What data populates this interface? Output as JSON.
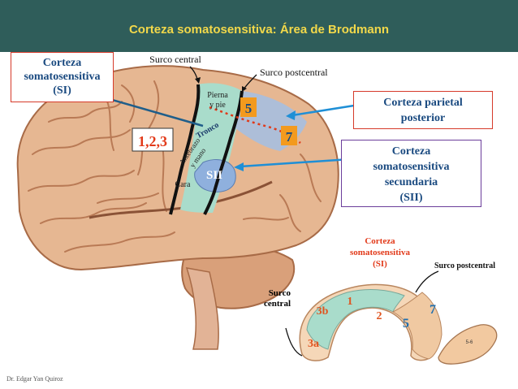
{
  "header": {
    "title": "Corteza somatosensitiva: Área de Brodmann"
  },
  "callouts": {
    "si": [
      "Corteza",
      "somatosensitiva",
      "(SI)"
    ],
    "parietal_posterior": [
      "Corteza parietal",
      "posterior"
    ],
    "sii": [
      "Corteza",
      "somatosensitiva",
      "secundaria",
      "(SII)"
    ]
  },
  "labels": {
    "surco_central": "Surco central",
    "surco_postcentral": "Surco postcentral",
    "areas_123": "1,2,3",
    "area_5": "5",
    "area_7": "7",
    "pierna": "Pierna",
    "y_pie": "y pie",
    "tronco": "Tronco",
    "antebrazo": "Antebrazo",
    "y_mano": "y mano",
    "cara": "Cara",
    "sii": "SII"
  },
  "inset": {
    "title": [
      "Corteza",
      "somatosensitiva",
      "(SI)"
    ],
    "surco_postcentral": "Surco postcentral",
    "surco_central": [
      "Surco",
      "central"
    ],
    "areas": [
      "3a",
      "3b",
      "1",
      "2",
      "5",
      "7"
    ],
    "small_area": "5-6"
  },
  "footer": {
    "author": "Dr. Edgar Yan Quiroz"
  },
  "colors": {
    "header_bg": "#2f5d5a",
    "title": "#f2d84a",
    "brain": "#e6b792",
    "somatosensory": "#a9dccb",
    "sii_area": "#8fb0dd",
    "red_box": "#d63a2a",
    "purple_box": "#6b3d9a",
    "area_num": "#e23a1a",
    "box_text": "#1a4a80"
  }
}
